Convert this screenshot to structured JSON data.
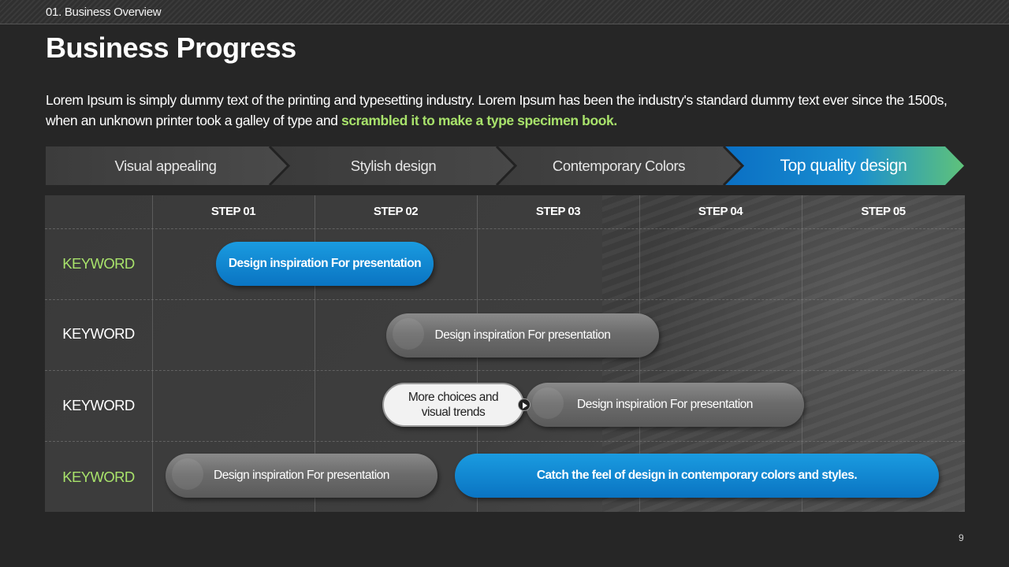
{
  "header": {
    "section": "01. Business Overview",
    "title": "Business Progress"
  },
  "intro": {
    "text": "Lorem Ipsum is simply dummy text of the printing and typesetting industry. Lorem Ipsum has been the industry's standard dummy text ever since the 1500s, when an unknown printer took a galley of type and ",
    "highlight": "scrambled it to make a type specimen book.",
    "highlight_color": "#a8e26b"
  },
  "process": {
    "stages": [
      {
        "label": "Visual appealing"
      },
      {
        "label": "Stylish design"
      },
      {
        "label": "Contemporary Colors"
      },
      {
        "label": "Top quality design"
      }
    ]
  },
  "table": {
    "steps": [
      "STEP 01",
      "STEP 02",
      "STEP 03",
      "STEP 04",
      "STEP 05"
    ],
    "rows": [
      {
        "keyword": "KEYWORD"
      },
      {
        "keyword": "KEYWORD"
      },
      {
        "keyword": "KEYWORD"
      },
      {
        "keyword": "KEYWORD"
      }
    ],
    "bars": [
      {
        "label": "Design inspiration For presentation"
      },
      {
        "label": "Design inspiration For presentation"
      },
      {
        "label_line1": "More choices and",
        "label_line2": "visual trends"
      },
      {
        "label": "Design inspiration For presentation"
      },
      {
        "label": "Design inspiration For presentation"
      },
      {
        "label": "Catch the feel of design in contemporary colors and styles."
      }
    ]
  },
  "colors": {
    "accent_blue": "#0a74c2",
    "accent_green": "#5fc27a",
    "keyword_green": "#a8e26b"
  },
  "page_number": "9"
}
